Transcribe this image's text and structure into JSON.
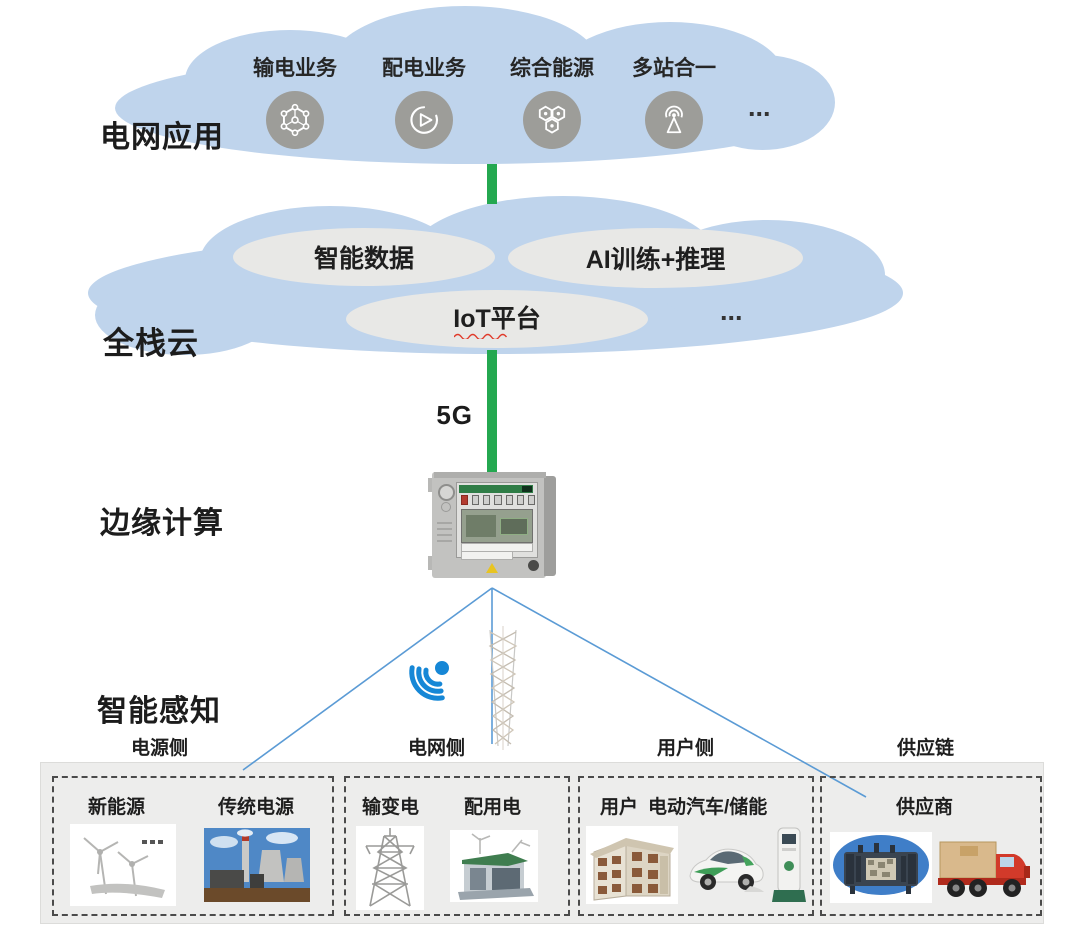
{
  "grid_apps_cloud": {
    "title": "电网应用",
    "items": [
      {
        "label": "输电业务",
        "icon": "hex-network-icon"
      },
      {
        "label": "配电业务",
        "icon": "play-cycle-icon"
      },
      {
        "label": "综合能源",
        "icon": "hexagon-cluster-icon"
      },
      {
        "label": "多站合一",
        "icon": "antenna-icon"
      }
    ],
    "more": "..."
  },
  "full_stack_cloud": {
    "title": "全栈云",
    "bubbles": [
      {
        "label": "智能数据"
      },
      {
        "label": "AI训练+推理"
      },
      {
        "label": "IoT平台"
      }
    ],
    "more": "..."
  },
  "connector": {
    "label": "5G"
  },
  "edge_computing": {
    "title": "边缘计算",
    "device": "edge-gateway-cabinet"
  },
  "smart_sensing": {
    "title": "智能感知",
    "icons": [
      "wifi-signal-icon",
      "lattice-tower-icon"
    ],
    "sides": [
      {
        "label": "电源侧"
      },
      {
        "label": "电网侧"
      },
      {
        "label": "用户侧"
      },
      {
        "label": "供应链"
      }
    ]
  },
  "bottom_panel": {
    "boxes": [
      {
        "labels": [
          "新能源",
          "传统电源"
        ],
        "more": "...",
        "images": [
          "wind-turbines",
          "thermal-power-plant"
        ]
      },
      {
        "labels": [
          "输变电",
          "配用电"
        ],
        "images": [
          "transmission-tower",
          "distribution-station"
        ]
      },
      {
        "labels": [
          "用户",
          "电动汽车/储能"
        ],
        "images": [
          "user-building",
          "electric-car",
          "charging-pile"
        ]
      },
      {
        "labels": [
          "供应商"
        ],
        "images": [
          "power-transformer",
          "cargo-truck"
        ]
      }
    ]
  },
  "colors": {
    "cloud_blue": "#bfd4ec",
    "bubble_gray": "#e8e8e6",
    "icon_circle_gray": "#9d9d99",
    "accent_green": "#24a850",
    "link_blue": "#5b9bd5",
    "wifi_blue": "#1687d6",
    "panel_bg": "#ededec"
  }
}
